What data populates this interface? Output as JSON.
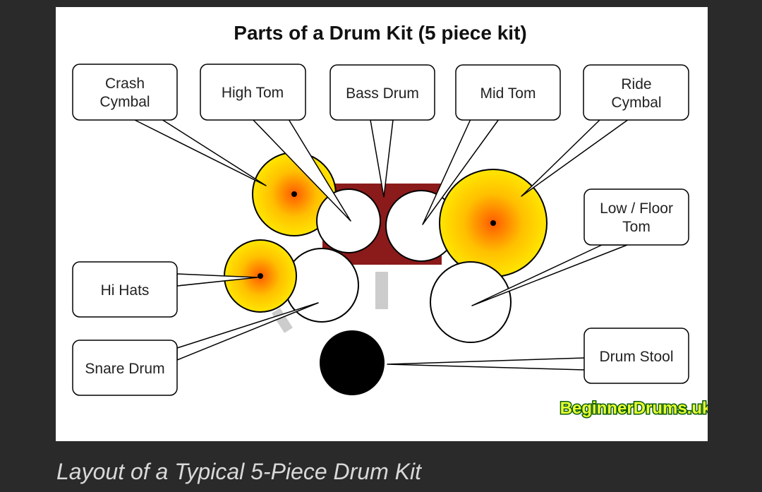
{
  "diagram": {
    "title": "Parts of a Drum Kit (5 piece kit)",
    "labels": {
      "crash_cymbal": [
        "Crash",
        "Cymbal"
      ],
      "high_tom": [
        "High Tom"
      ],
      "bass_drum": [
        "Bass Drum"
      ],
      "mid_tom": [
        "Mid Tom"
      ],
      "ride_cymbal": [
        "Ride",
        "Cymbal"
      ],
      "low_floor_tom": [
        "Low / Floor",
        "Tom"
      ],
      "hi_hats": [
        "Hi Hats"
      ],
      "snare_drum": [
        "Snare Drum"
      ],
      "drum_stool": [
        "Drum Stool"
      ]
    },
    "watermark": "BeginnerDrums.uk"
  },
  "colors": {
    "page_background": "#2a2a2a",
    "figure_background": "#ffffff",
    "bass_drum": "#8b1a1a",
    "cymbal_center": "#ff5a00",
    "cymbal_edge": "#ffe600",
    "drum_stool": "#000000",
    "stand": "#cccccc",
    "watermark_fill": "#e8ff30",
    "watermark_stroke": "#0a5a0a",
    "caption_text": "#d9d9d9"
  },
  "caption": "Layout of a Typical 5-Piece Drum Kit"
}
